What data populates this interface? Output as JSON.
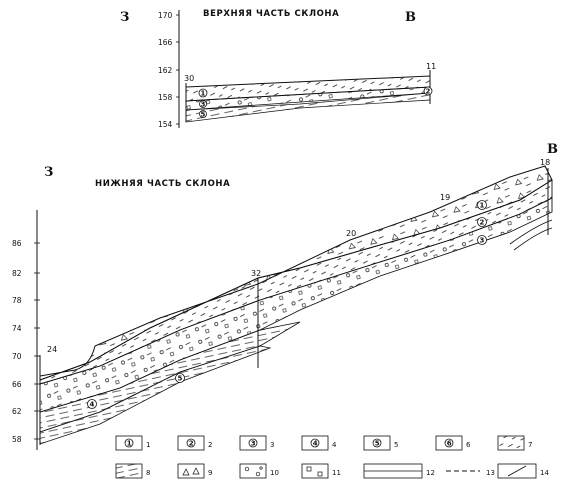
{
  "upper_section": {
    "title": "ВЕРХНЯЯ ЧАСТЬ СКЛОНА",
    "dir_left": "З",
    "dir_right": "В",
    "y_ticks": [
      "170",
      "166",
      "162",
      "158",
      "154"
    ],
    "wells": [
      "30",
      "11"
    ],
    "layer_markers": [
      "1",
      "2",
      "3",
      "5"
    ]
  },
  "lower_section": {
    "title": "НИЖНЯЯ ЧАСТЬ СКЛОНА",
    "dir_left": "З",
    "dir_right": "В",
    "y_ticks": [
      "86",
      "82",
      "78",
      "74",
      "70",
      "66",
      "62",
      "58"
    ],
    "wells": [
      "24",
      "32",
      "20",
      "19",
      "18"
    ],
    "layer_markers": [
      "1",
      "2",
      "3",
      "4",
      "5"
    ]
  },
  "legend": {
    "row1": [
      {
        "symbol": "1",
        "label": "1"
      },
      {
        "symbol": "2",
        "label": "2"
      },
      {
        "symbol": "3",
        "label": "3"
      },
      {
        "symbol": "4",
        "label": "4"
      },
      {
        "symbol": "5",
        "label": "5"
      },
      {
        "symbol": "6",
        "label": "6"
      },
      {
        "symbol": "",
        "label": "7"
      }
    ],
    "row2": [
      {
        "symbol": "",
        "label": "8"
      },
      {
        "symbol": "",
        "label": "9"
      },
      {
        "symbol": "",
        "label": "10"
      },
      {
        "symbol": "",
        "label": "11"
      },
      {
        "symbol": "",
        "label": "12"
      },
      {
        "symbol": "",
        "label": "13"
      },
      {
        "symbol": "",
        "label": "14"
      }
    ]
  }
}
